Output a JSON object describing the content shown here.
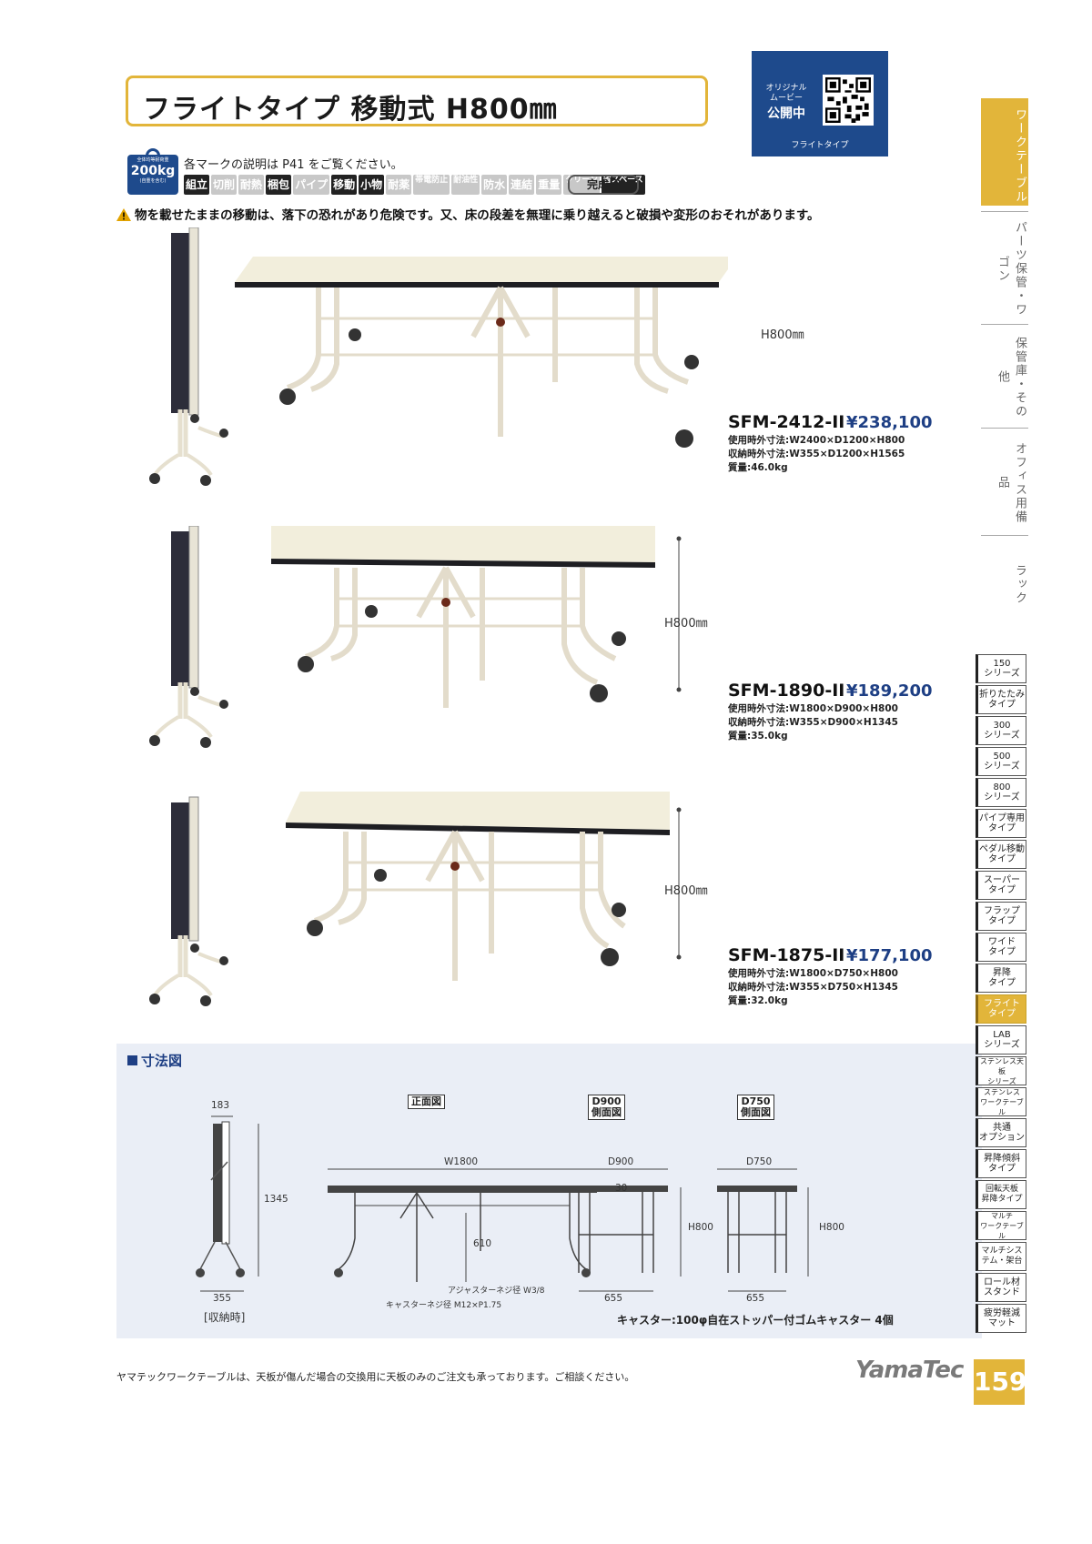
{
  "title": "フライトタイプ 移動式 H800㎜",
  "movie": {
    "label_line1": "オリジナル",
    "label_line2": "ムービー",
    "label_line3": "公開中",
    "caption": "フライトタイプ"
  },
  "weight_badge": {
    "top": "全体均等耐荷重",
    "value": "200kg",
    "sub": "(自重を含む)"
  },
  "marks_note": "各マークの説明は P41 をご覧ください。",
  "marks": [
    {
      "label": "組立",
      "on": true
    },
    {
      "label": "切削",
      "on": false
    },
    {
      "label": "耐熱",
      "on": false
    },
    {
      "label": "梱包",
      "on": true
    },
    {
      "label": "パイプ",
      "on": false
    },
    {
      "label": "移動",
      "on": true
    },
    {
      "label": "小物",
      "on": true
    },
    {
      "label": "耐薬",
      "on": false
    },
    {
      "label": "帯電防止",
      "on": false
    },
    {
      "label": "耐油性",
      "on": false
    },
    {
      "label": "防水",
      "on": false
    },
    {
      "label": "連結",
      "on": false
    },
    {
      "label": "重量",
      "on": false
    },
    {
      "label": "クリーン",
      "on": false
    },
    {
      "label": "省スペース",
      "on": true
    }
  ],
  "complete_label": "完成品",
  "warning": "物を載せたままの移動は、落下の恐れがあり危険です。又、床の段差を無理に乗り越えると破損や変形のおそれがあります。",
  "products": [
    {
      "model": "SFM-2412-II",
      "price": "¥238,100",
      "spec_use": "使用時外寸法:W2400×D1200×H800",
      "spec_store": "収納時外寸法:W355×D1200×H1565",
      "mass": "質量:46.0kg",
      "height_label": "H800㎜"
    },
    {
      "model": "SFM-1890-II",
      "price": "¥189,200",
      "spec_use": "使用時外寸法:W1800×D900×H800",
      "spec_store": "収納時外寸法:W355×D900×H1345",
      "mass": "質量:35.0kg",
      "height_label": "H800㎜"
    },
    {
      "model": "SFM-1875-II",
      "price": "¥177,100",
      "spec_use": "使用時外寸法:W1800×D750×H800",
      "spec_store": "収納時外寸法:W355×D750×H1345",
      "mass": "質量:32.0kg",
      "height_label": "H800㎜"
    }
  ],
  "dimensions": {
    "title": "寸法図",
    "fold_width": "183",
    "fold_height": "1345",
    "fold_base": "355",
    "fold_caption": "[収納時]",
    "front_label": "正面図",
    "front_width": "W1800",
    "top_thickness": "30",
    "adjuster_height": "610",
    "adjuster_note": "アジャスターネジ径 W3/8",
    "caster_thread": "キャスターネジ径 M12×P1.75",
    "side1_label_a": "D900",
    "side1_label_b": "側面図",
    "side1_depth": "D900",
    "side1_height": "H800",
    "side1_base": "655",
    "side2_label_a": "D750",
    "side2_label_b": "側面図",
    "side2_depth": "D750",
    "side2_height": "H800",
    "side2_base": "655",
    "caster_note": "キャスター:100φ自在ストッパー付ゴムキャスター 4個"
  },
  "footer_note": "ヤマテックワークテーブルは、天板が傷んだ場合の交換用に天板のみのご注文も承っております。ご相談ください。",
  "logo": "YamaTec",
  "page_number": "159",
  "side_categories": [
    {
      "label": "ワークテーブル",
      "active": true
    },
    {
      "label": "パーツ保管・ワゴン",
      "active": false
    },
    {
      "label": "保管庫・その他",
      "active": false
    },
    {
      "label": "オフィス用備品",
      "active": false
    },
    {
      "label": "ラック",
      "active": false
    }
  ],
  "series_tabs": [
    {
      "label": "150\nシリーズ",
      "active": false
    },
    {
      "label": "折りたたみ\nタイプ",
      "active": false
    },
    {
      "label": "300\nシリーズ",
      "active": false
    },
    {
      "label": "500\nシリーズ",
      "active": false
    },
    {
      "label": "800\nシリーズ",
      "active": false
    },
    {
      "label": "パイプ専用\nタイプ",
      "active": false
    },
    {
      "label": "ペダル移動\nタイプ",
      "active": false
    },
    {
      "label": "スーパー\nタイプ",
      "active": false
    },
    {
      "label": "フラップ\nタイプ",
      "active": false
    },
    {
      "label": "ワイド\nタイプ",
      "active": false
    },
    {
      "label": "昇降\nタイプ",
      "active": false
    },
    {
      "label": "フライト\nタイプ",
      "active": true
    },
    {
      "label": "LAB\nシリーズ",
      "active": false
    },
    {
      "label": "ステンレス天板\nシリーズ",
      "active": false
    },
    {
      "label": "ステンレス\nワークテーブル",
      "active": false
    },
    {
      "label": "共通\nオプション",
      "active": false
    },
    {
      "label": "昇降傾斜\nタイプ",
      "active": false
    },
    {
      "label": "回転天板\n昇降タイプ",
      "active": false
    },
    {
      "label": "マルチ\nワークテーブル",
      "active": false
    },
    {
      "label": "マルチシス\nテム・架台",
      "active": false
    },
    {
      "label": "ロール材\nスタンド",
      "active": false
    },
    {
      "label": "疲労軽減\nマット",
      "active": false
    }
  ]
}
